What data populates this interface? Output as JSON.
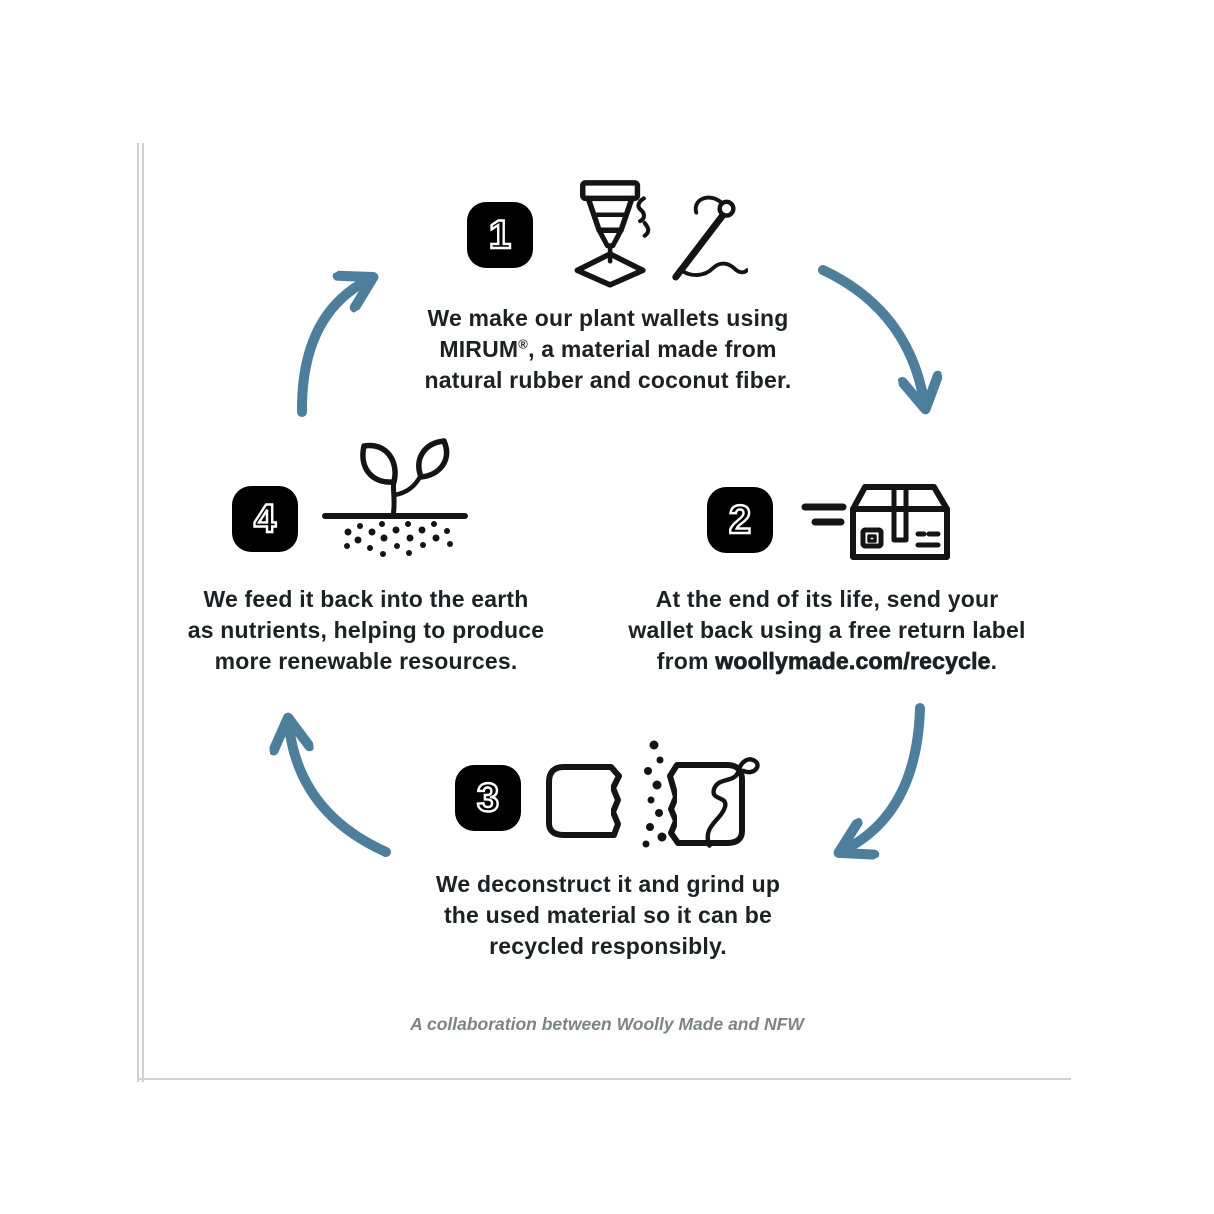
{
  "colors": {
    "arrow": "#4d7e9c",
    "badge_background": "#000000",
    "badge_digit_outline": "#ffffff",
    "body_text": "#1c2224",
    "footer_text": "#7d8485",
    "frame_line": "#cdd2d3"
  },
  "steps": [
    {
      "number": "1",
      "icons": [
        "molding-tool-icon",
        "needle-thread-icon"
      ],
      "line1": "We make our plant wallets using",
      "line2_pre": "MIRUM",
      "line2_sup": "®",
      "line2_post": ", a material made from",
      "line3": "natural rubber and coconut fiber."
    },
    {
      "number": "2",
      "icons": [
        "shipping-box-icon"
      ],
      "line1": "At the end of its life, send your",
      "line2": "wallet back using a free return label",
      "line3_pre": "from ",
      "line3_bold": "woollymade.com/recycle",
      "line3_post": "."
    },
    {
      "number": "3",
      "icons": [
        "torn-wallet-icon",
        "thread-scrap-icon"
      ],
      "line1": "We deconstruct it and grind up",
      "line2": "the used material so it can be",
      "line3": "recycled responsibly."
    },
    {
      "number": "4",
      "icons": [
        "sprout-icon"
      ],
      "line1": "We feed it back into the earth",
      "line2": "as nutrients, helping to produce",
      "line3": "more renewable resources."
    }
  ],
  "footer_note": "A collaboration between Woolly Made and NFW"
}
